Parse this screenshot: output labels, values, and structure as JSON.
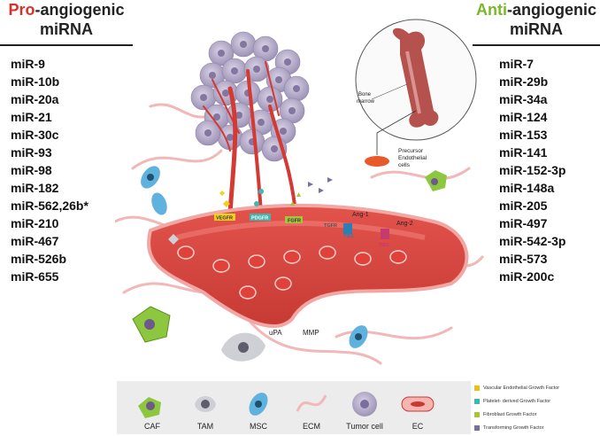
{
  "pro_panel": {
    "title_highlight": "Pro",
    "title_rest": "-angiogenic",
    "title_line2": "miRNA",
    "items": [
      "miR-9",
      "miR-10b",
      "miR-20a",
      "miR-21",
      "miR-30c",
      "miR-93",
      "miR-98",
      "miR-182",
      "miR-562,26b*",
      "miR-210",
      "miR-467",
      "miR-526b",
      "miR-655"
    ]
  },
  "anti_panel": {
    "title_highlight": "Anti",
    "title_rest": "-angiogenic",
    "title_line2": "miRNA",
    "items": [
      "miR-7",
      "miR-29b",
      "miR-34a",
      "miR-124",
      "miR-153",
      "miR-141",
      "miR-152-3p",
      "miR-148a",
      "miR-205",
      "miR-497",
      "miR-542-3p",
      "miR-573",
      "miR-200c"
    ]
  },
  "diagram_labels": {
    "bone_marrow": [
      "Bone",
      "marrow"
    ],
    "precursor": [
      "Precursor",
      "Endothelial",
      "cells"
    ],
    "vegfr": "VEGFR",
    "pdgfr": "PDGFR",
    "fgfr": "FGFR",
    "tgfr": "TGFR",
    "tie1": "TIE1",
    "tie2": "TIE2",
    "ang1": "Ang-1",
    "ang2": "Ang-2",
    "upa": "uPA",
    "mmp": "MMP"
  },
  "legend": {
    "caf": "CAF",
    "tam": "TAM",
    "msc": "MSC",
    "ecm": "ECM",
    "tumor": "Tumor cell",
    "ec": "EC"
  },
  "factor_legend": [
    {
      "label": "Vascular Endothelial Growth Factor",
      "color": "#e8c21a"
    },
    {
      "label": "Platelet- derived Growth Factor",
      "color": "#3fb6b0"
    },
    {
      "label": "Fibroblast Growth Factor",
      "color": "#a7c43a"
    },
    {
      "label": "Transforming Growth Factor",
      "color": "#7a6e9e"
    }
  ],
  "colors": {
    "pro_accent": "#d9302b",
    "anti_accent": "#7ab829",
    "vessel": "#d9423c",
    "vessel_lumen": "#f07f7a",
    "tumor": "#b7adc9",
    "ecm": "#f2b8b8"
  }
}
